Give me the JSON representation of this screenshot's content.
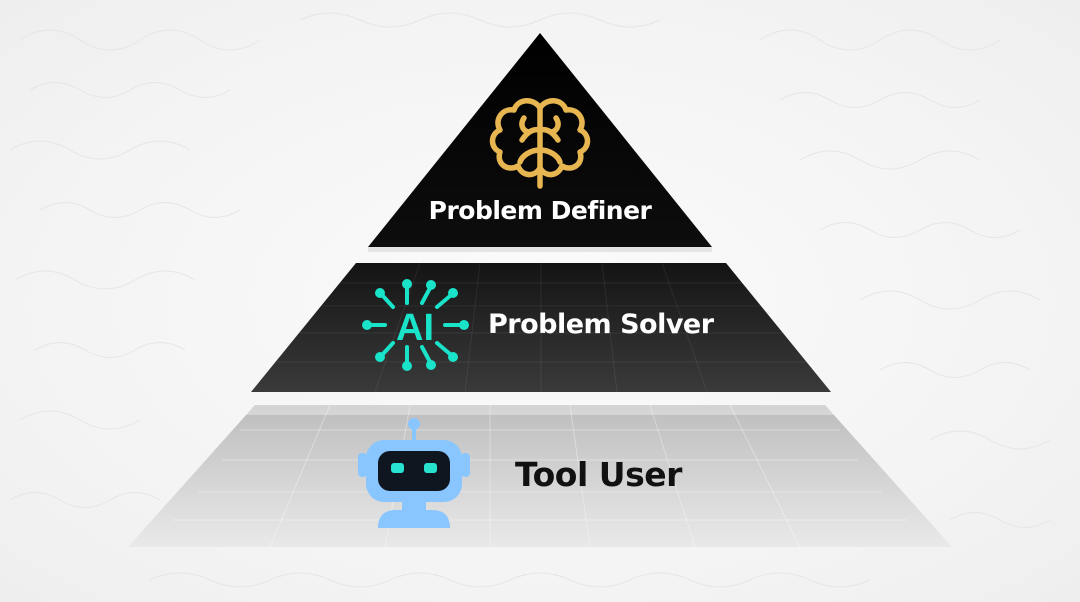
{
  "diagram": {
    "type": "pyramid",
    "tiers": [
      {
        "position": "top",
        "label": "Problem Definer",
        "icon": "brain-icon",
        "icon_color": "#E8B651",
        "fill": "#0b0b0b",
        "text_color": "#ffffff"
      },
      {
        "position": "middle",
        "label": "Problem Solver",
        "icon": "ai-network-icon",
        "icon_text": "AI",
        "icon_color": "#19E3C9",
        "fill": "#2b2b2b",
        "text_color": "#ffffff"
      },
      {
        "position": "bottom",
        "label": "Tool User",
        "icon": "robot-icon",
        "icon_color": "#89C6FF",
        "fill": "#d6d6d6",
        "text_color": "#111111"
      }
    ]
  }
}
